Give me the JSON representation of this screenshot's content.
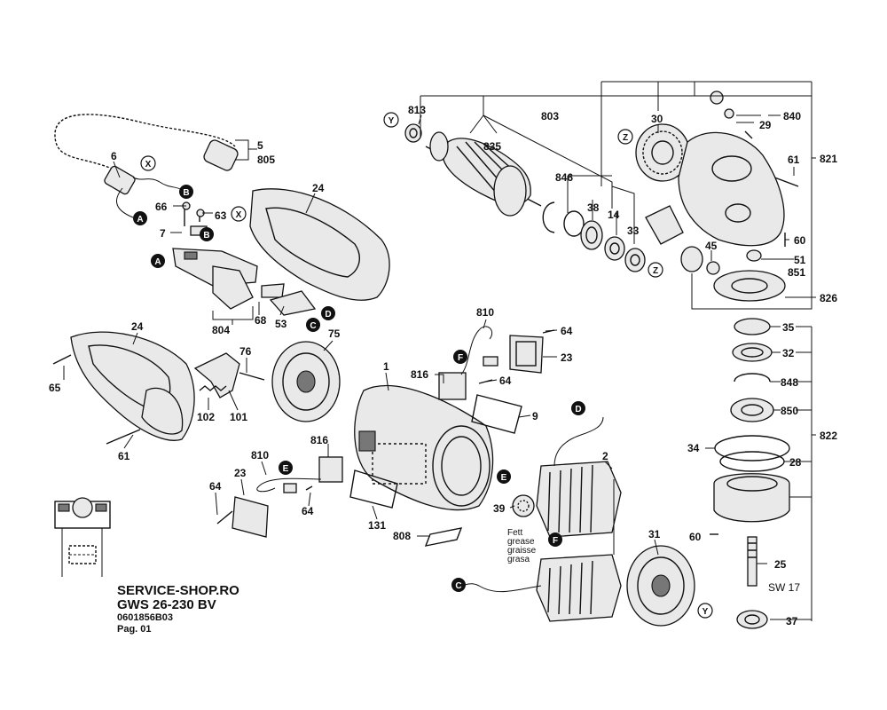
{
  "footer": {
    "site": "SERVICE-SHOP.RO",
    "model": "GWS 26-230 BV",
    "code": "0601856B03",
    "page": "Pag. 01"
  },
  "grease_note": [
    "Fett",
    "grease",
    "graisse",
    "grasa"
  ],
  "spanner_size": "SW 17",
  "labels": {
    "l5": "5",
    "l805": "805",
    "l6": "6",
    "l66": "66",
    "l63": "63",
    "l7": "7",
    "l24a": "24",
    "l24b": "24",
    "l68": "68",
    "l53": "53",
    "l804": "804",
    "l76": "76",
    "l75": "75",
    "l65": "65",
    "l102": "102",
    "l101": "101",
    "l61a": "61",
    "l1": "1",
    "l810a": "810",
    "l810b": "810",
    "l64a": "64",
    "l64b": "64",
    "l64c": "64",
    "l64d": "64",
    "l23a": "23",
    "l23b": "23",
    "l816a": "816",
    "l816b": "816",
    "l9": "9",
    "l131": "131",
    "l808": "808",
    "l39": "39",
    "l2": "2",
    "l31": "31",
    "l813": "813",
    "l803": "803",
    "l835": "835",
    "l846": "846",
    "l38": "38",
    "l14": "14",
    "l33": "33",
    "l30": "30",
    "l29": "29",
    "l840": "840",
    "l821": "821",
    "l61b": "61",
    "l60a": "60",
    "l45": "45",
    "l51": "51",
    "l851": "851",
    "l826": "826",
    "l35": "35",
    "l32": "32",
    "l848": "848",
    "l850": "850",
    "l822": "822",
    "l34": "34",
    "l28": "28",
    "l60b": "60",
    "l25": "25",
    "l37": "37"
  },
  "markers": {
    "A": "A",
    "B": "B",
    "C": "C",
    "D": "D",
    "E": "E",
    "F": "F",
    "X": "X",
    "Y": "Y",
    "Z": "Z"
  }
}
